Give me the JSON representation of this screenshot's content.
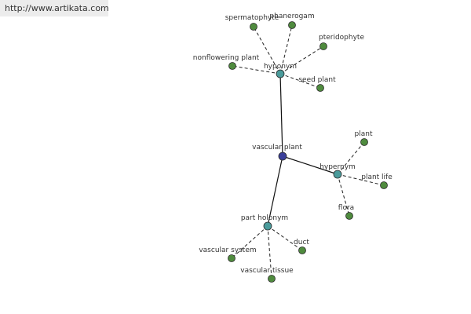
{
  "site_url": "http://www.artikata.com",
  "colors": {
    "center_node": "#3a3f9a",
    "hub_node": "#4a9b9b",
    "leaf_node": "#4f8b3e",
    "node_stroke": "#2a2a2a"
  },
  "graph": {
    "center": {
      "id": "vascular-plant",
      "label": "vascular plant"
    },
    "hubs": [
      {
        "id": "hyponym",
        "label": "hyponym"
      },
      {
        "id": "hypernym",
        "label": "hypernym"
      },
      {
        "id": "part-holonym",
        "label": "part holonym"
      }
    ],
    "leaves": [
      {
        "id": "spermatophyte",
        "label": "spermatophyte",
        "hub": "hyponym"
      },
      {
        "id": "phanerogam",
        "label": "phanerogam",
        "hub": "hyponym"
      },
      {
        "id": "pteridophyte",
        "label": "pteridophyte",
        "hub": "hyponym"
      },
      {
        "id": "nonflowering-plant",
        "label": "nonflowering plant",
        "hub": "hyponym"
      },
      {
        "id": "seed-plant",
        "label": "seed plant",
        "hub": "hyponym"
      },
      {
        "id": "plant",
        "label": "plant",
        "hub": "hypernym"
      },
      {
        "id": "plant-life",
        "label": "plant life",
        "hub": "hypernym"
      },
      {
        "id": "flora",
        "label": "flora",
        "hub": "hypernym"
      },
      {
        "id": "vascular-system",
        "label": "vascular system",
        "hub": "part-holonym"
      },
      {
        "id": "duct",
        "label": "duct",
        "hub": "part-holonym"
      },
      {
        "id": "vascular-tissue",
        "label": "vascular tissue",
        "hub": "part-holonym"
      }
    ]
  }
}
